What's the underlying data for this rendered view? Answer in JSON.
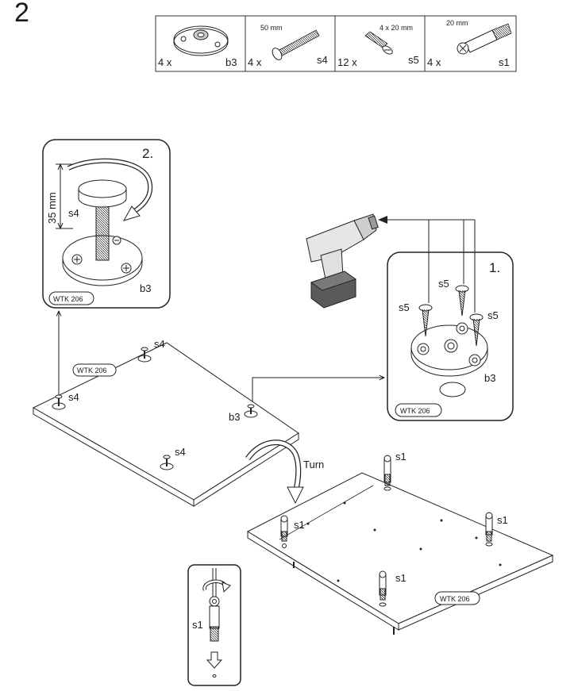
{
  "step_number": "2",
  "parts": [
    {
      "qty": "4 x",
      "code": "b3",
      "dimension": ""
    },
    {
      "qty": "4 x",
      "code": "s4",
      "dimension": "50 mm"
    },
    {
      "qty": "12 x",
      "code": "s5",
      "dimension": "4 x 20 mm"
    },
    {
      "qty": "4 x",
      "code": "s1",
      "dimension": "20 mm"
    }
  ],
  "detail_left": {
    "step": "2.",
    "measure": "35 mm",
    "screw": "s4",
    "plate": "b3",
    "model": "WTK 206"
  },
  "detail_right": {
    "step": "1.",
    "screw_a": "s5",
    "screw_b": "s5",
    "screw_c": "s5",
    "plate": "b3",
    "model": "WTK 206"
  },
  "board_top": {
    "model": "WTK 206",
    "feet": [
      "s4",
      "s4",
      "s4"
    ],
    "plate": "b3"
  },
  "turn_label": "Turn",
  "board_bottom": {
    "model": "WTK 206",
    "dowels": [
      "s1",
      "s1",
      "s1",
      "s1"
    ]
  },
  "detail_bottom": {
    "code": "s1"
  }
}
